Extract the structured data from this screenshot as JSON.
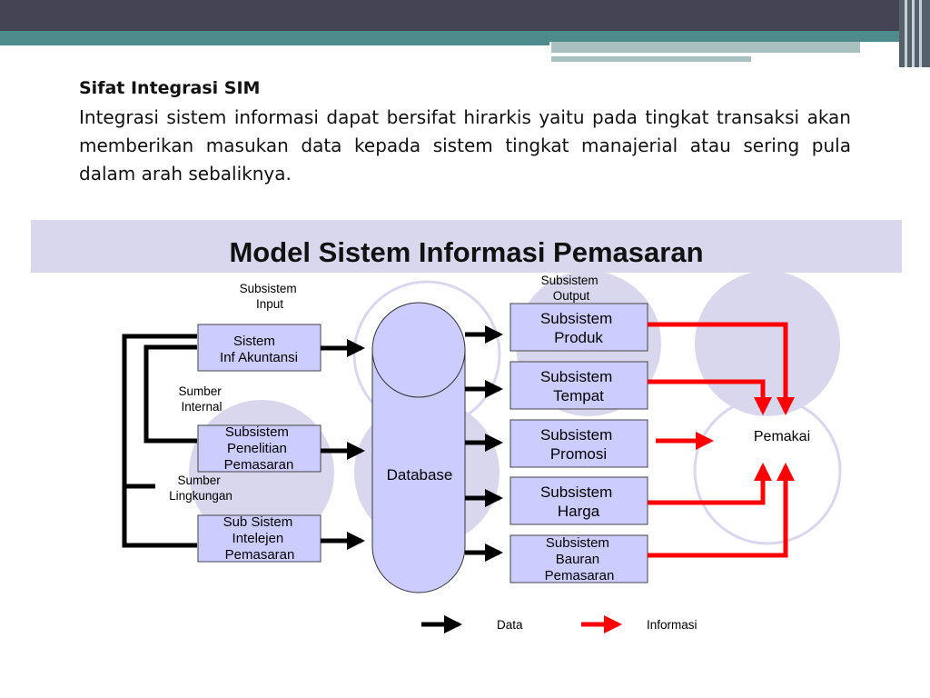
{
  "heading": "Sifat Integrasi SIM",
  "paragraph": "Integrasi sistem informasi dapat bersifat hirarkis yaitu pada tingkat transaksi akan memberikan masukan data kepada sistem tingkat manajerial atau sering pula dalam arah sebaliknya.",
  "diagram": {
    "title": "Model Sistem Informasi Pemasaran",
    "input_header": [
      "Subsistem",
      "Input"
    ],
    "output_header": [
      "Subsistem",
      "Output"
    ],
    "input_subsystems": [
      [
        "Sistem",
        "Inf Akuntansi"
      ],
      [
        "Subsistem",
        "Penelitian",
        "Pemasaran"
      ],
      [
        "Sub Sistem",
        "Intelejen",
        "Pemasaran"
      ]
    ],
    "sources": [
      [
        "Sumber",
        "Internal"
      ],
      [
        "Sumber",
        "Lingkungan"
      ]
    ],
    "database": "Database",
    "output_subsystems": [
      [
        "Subsistem",
        "Produk"
      ],
      [
        "Subsistem",
        "Tempat"
      ],
      [
        "Subsistem",
        "Promosi"
      ],
      [
        "Subsistem",
        "Harga"
      ],
      [
        "Subsistem",
        "Bauran",
        "Pemasaran"
      ]
    ],
    "user": "Pemakai",
    "legend": {
      "data": "Data",
      "information": "Informasi"
    },
    "colors": {
      "box_fill": "#ccccff",
      "circle_fill": "#d9d7ee",
      "data_arrow": "#000000",
      "information_arrow": "#ff0000"
    }
  }
}
